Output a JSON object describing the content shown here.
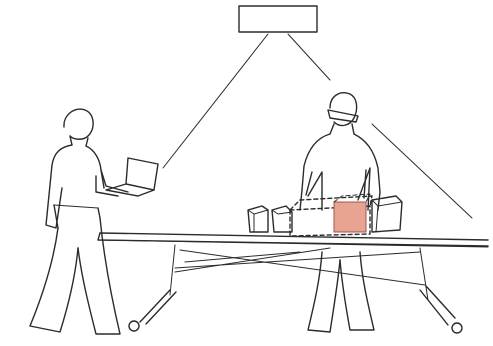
{
  "colors": {
    "ink": "#2b2b2b",
    "background": "#ffffff",
    "highlight_box": "#e8a392"
  },
  "scene": {
    "elements": [
      "projector",
      "projection-lines",
      "person-with-laptop",
      "laptop",
      "person-with-headset",
      "table",
      "boxes-on-table",
      "highlighted-box"
    ]
  }
}
